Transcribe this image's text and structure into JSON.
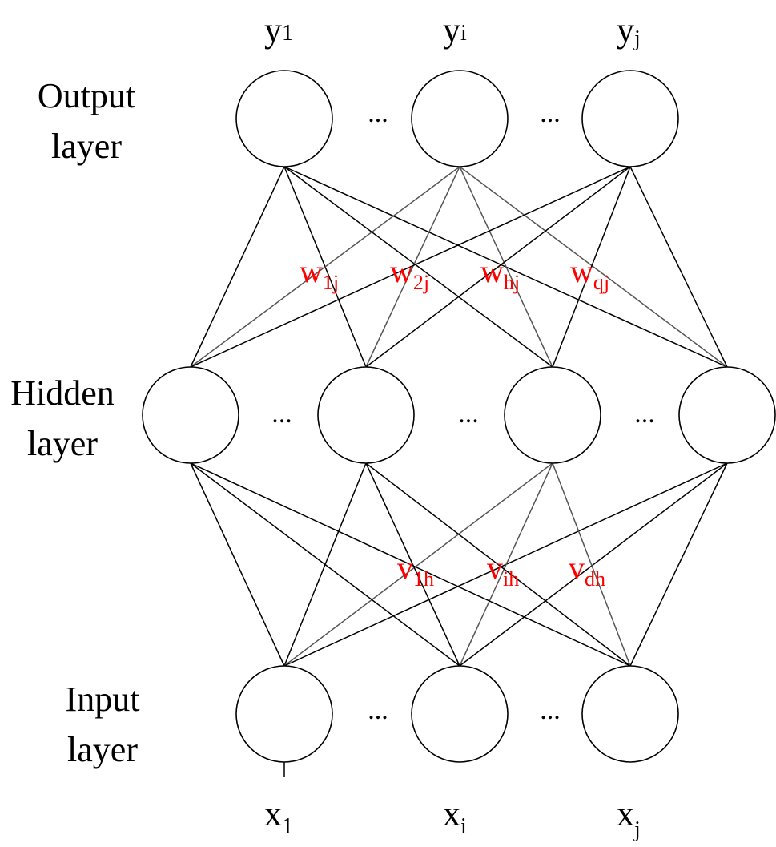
{
  "colors": {
    "node_stroke": "#000000",
    "main_line": "#000000",
    "label_line": "#555555",
    "weight_label": "#ff0000",
    "text": "#000000"
  },
  "layers": {
    "output": {
      "line1": "Output",
      "line2": "layer"
    },
    "hidden": {
      "line1": "Hidden",
      "line2": "layer"
    },
    "input": {
      "line1": "Input",
      "line2": "layer"
    }
  },
  "outputs": [
    {
      "base": "y",
      "sub": "1"
    },
    {
      "base": "y",
      "sub": "i"
    },
    {
      "base": "y",
      "sub": "j"
    }
  ],
  "inputs": [
    {
      "base": "x",
      "sub": "1"
    },
    {
      "base": "x",
      "sub": "i"
    },
    {
      "base": "x",
      "sub": "j"
    }
  ],
  "ellipsis": "...",
  "hidden_to_output_weights": [
    {
      "base": "w",
      "sub": "1j"
    },
    {
      "base": "w",
      "sub": "2j"
    },
    {
      "base": "w",
      "sub": "hj"
    },
    {
      "base": "w",
      "sub": "qj"
    }
  ],
  "input_to_hidden_weights": [
    {
      "base": "v",
      "sub": "1h"
    },
    {
      "base": "v",
      "sub": "ih"
    },
    {
      "base": "v",
      "sub": "dh"
    }
  ]
}
